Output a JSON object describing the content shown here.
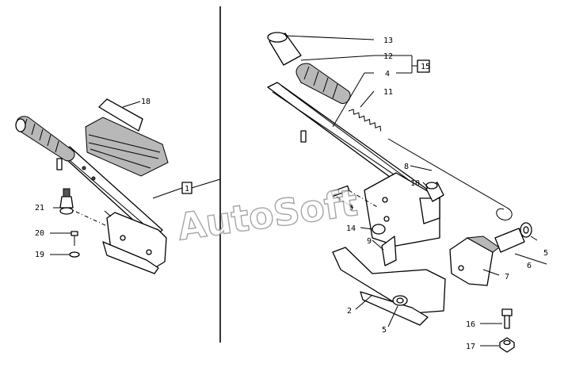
{
  "watermark": "AutoSoft",
  "callouts": {
    "c1": "1",
    "c2": "2",
    "c3": "3",
    "c4": "4",
    "c5a": "5",
    "c5b": "5",
    "c6": "6",
    "c7": "7",
    "c8": "8",
    "c9": "9",
    "c10": "10",
    "c11": "11",
    "c12": "12",
    "c13": "13",
    "c14": "14",
    "c15": "15",
    "c16": "16",
    "c17": "17",
    "c18": "18",
    "c19": "19",
    "c20": "20",
    "c21": "21"
  },
  "colors": {
    "line": "#000000",
    "shade": "#b8b8b8",
    "watermark_stroke": "#8f8f8f"
  }
}
